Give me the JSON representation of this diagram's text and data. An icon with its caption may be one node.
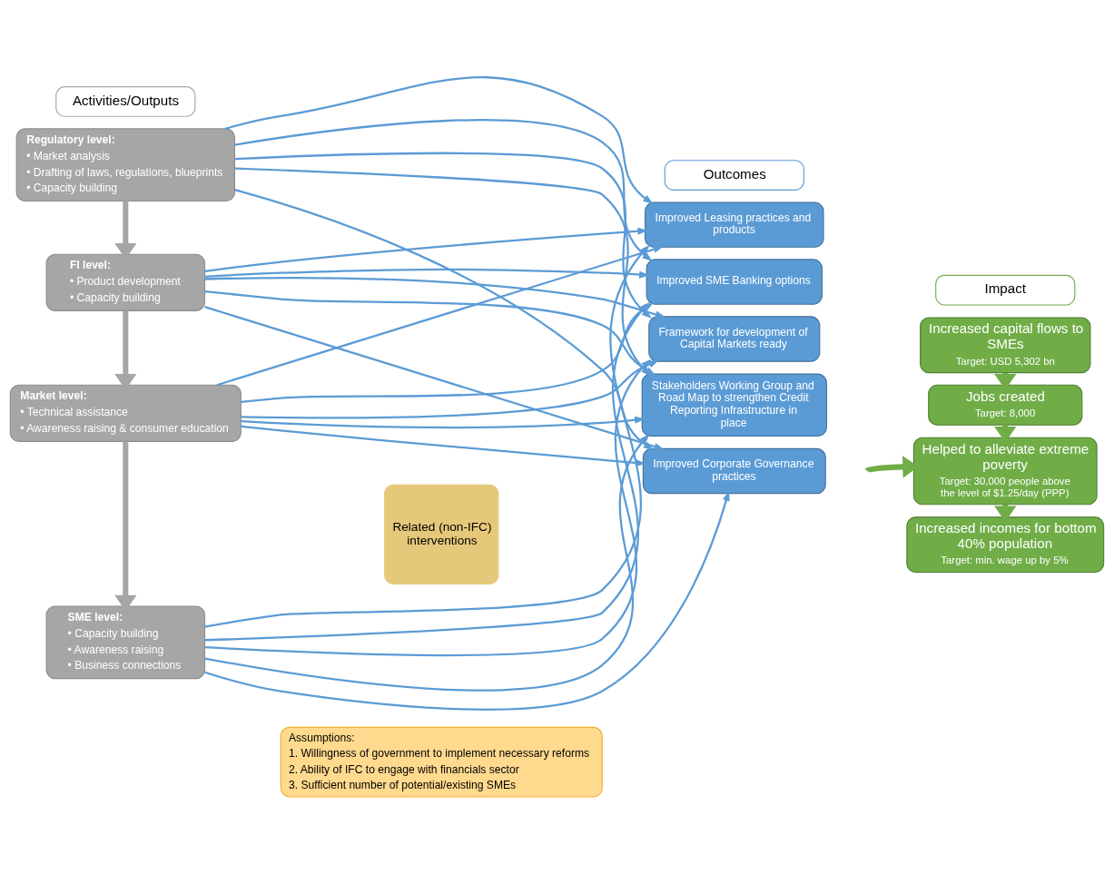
{
  "diagram": {
    "nodes": [
      {
        "text": [
          "Activities/Outputs"
        ]
      },
      {
        "text": [
          "Outcomes"
        ]
      },
      {
        "text": [
          "Impact"
        ]
      },
      {
        "text": [
          "Regulatory level:",
          "• Market analysis",
          "• Drafting of laws, regulations, blueprints",
          "• Capacity building"
        ]
      },
      {
        "text": [
          "FI level:",
          "• Product development",
          "• Capacity building"
        ]
      },
      {
        "text": [
          "Market level:",
          "• Technical assistance",
          "• Awareness raising & consumer education"
        ]
      },
      {
        "text": [
          "SME level:",
          "• Capacity building",
          "• Awareness raising",
          "• Business connections"
        ]
      },
      {
        "text": [
          "Related (non-IFC) interventions"
        ]
      },
      {
        "text": [
          "Framework for development of Capital Markets ready"
        ]
      },
      {
        "text": [
          "Improved SME Banking options"
        ]
      },
      {
        "text": [
          "Improved Leasing practices and products"
        ]
      },
      {
        "text": [
          "Improved Corporate Governance practices"
        ]
      },
      {
        "text": [
          "Stakeholders Working Group and Road Map to strengthen Credit Reporting Infrastructure in place"
        ]
      },
      {
        "text": [
          "Increased capital flows to SMEs",
          "Target: USD 5,302 bn"
        ]
      },
      {
        "text": [
          "Jobs created",
          "Target: 8,000"
        ]
      },
      {
        "text": [
          "Helped to alleviate extreme poverty",
          "Target: 30,000 people above the level of $1.25/day (PPP)"
        ]
      },
      {
        "text": [
          "Increased incomes for bottom 40% population",
          "Target: min. wage up by 5%"
        ]
      },
      {
        "text": [
          "Assumptions:",
          "1. Willingness of government to implement necessary reforms",
          "2. Ability of IFC to engage with financials sector",
          "3. Sufficient number of potential/existing SMEs"
        ]
      }
    ],
    "edges": [
      {
        "from": 3,
        "to": 4,
        "arrow": "to",
        "style": "thick",
        "color": "#a6a6a6"
      },
      {
        "from": 4,
        "to": 5,
        "arrow": "to",
        "style": "thick",
        "color": "#a6a6a6"
      },
      {
        "from": 5,
        "to": 6,
        "arrow": "to",
        "style": "thick",
        "color": "#a6a6a6"
      },
      {
        "from": 3,
        "to": 8,
        "arrow": "to"
      },
      {
        "from": 3,
        "to": 9,
        "arrow": "to"
      },
      {
        "from": 3,
        "to": 10,
        "arrow": "to"
      },
      {
        "from": 3,
        "to": 11,
        "arrow": "to"
      },
      {
        "from": 3,
        "to": 12,
        "arrow": "to"
      },
      {
        "from": 4,
        "to": 8,
        "arrow": "to"
      },
      {
        "from": 4,
        "to": 9,
        "arrow": "to"
      },
      {
        "from": 4,
        "to": 10,
        "arrow": "to"
      },
      {
        "from": 4,
        "to": 11,
        "arrow": "to"
      },
      {
        "from": 4,
        "to": 12,
        "arrow": "to"
      },
      {
        "from": 5,
        "to": 8,
        "arrow": "to"
      },
      {
        "from": 5,
        "to": 9,
        "arrow": "to"
      },
      {
        "from": 5,
        "to": 10,
        "arrow": "to"
      },
      {
        "from": 5,
        "to": 11,
        "arrow": "to"
      },
      {
        "from": 5,
        "to": 12,
        "arrow": "to"
      },
      {
        "from": 6,
        "to": 8,
        "arrow": "to"
      },
      {
        "from": 6,
        "to": 9,
        "arrow": "to"
      },
      {
        "from": 6,
        "to": 10,
        "arrow": "to"
      },
      {
        "from": 6,
        "to": 11,
        "arrow": "to"
      },
      {
        "from": 6,
        "to": 12,
        "arrow": "to"
      },
      {
        "from": null,
        "to": 15,
        "arrow": "to",
        "style": "thick",
        "color": "#70ad47"
      },
      {
        "from": 13,
        "to": 14,
        "arrow": "to",
        "style": "thick",
        "color": "#70ad47"
      },
      {
        "from": 14,
        "to": 15,
        "arrow": "to",
        "style": "thick",
        "color": "#70ad47"
      },
      {
        "from": 15,
        "to": 16,
        "arrow": "to",
        "style": "thick",
        "color": "#70ad47"
      }
    ]
  }
}
